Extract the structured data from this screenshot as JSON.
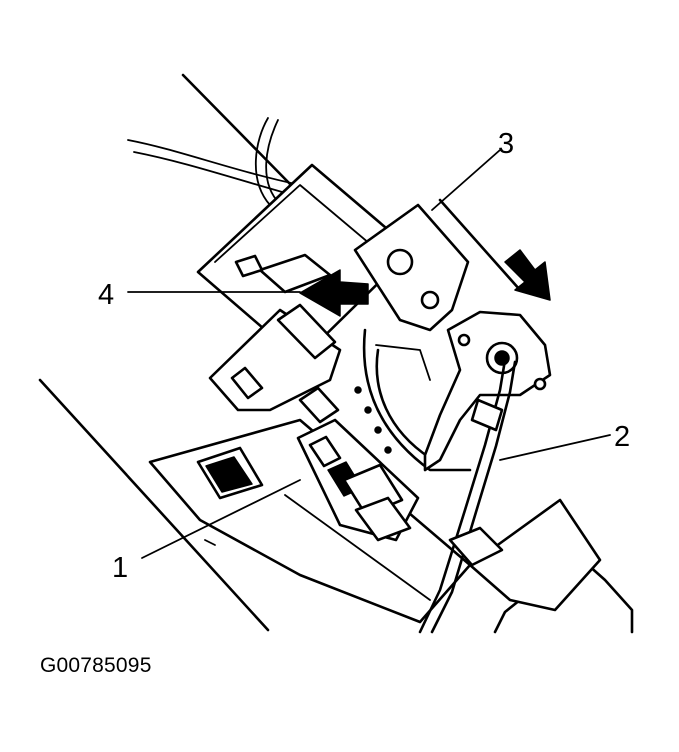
{
  "callouts": [
    {
      "number": "1"
    },
    {
      "number": "2"
    },
    {
      "number": "3"
    },
    {
      "number": "4"
    }
  ],
  "figure_code": "G00785095"
}
